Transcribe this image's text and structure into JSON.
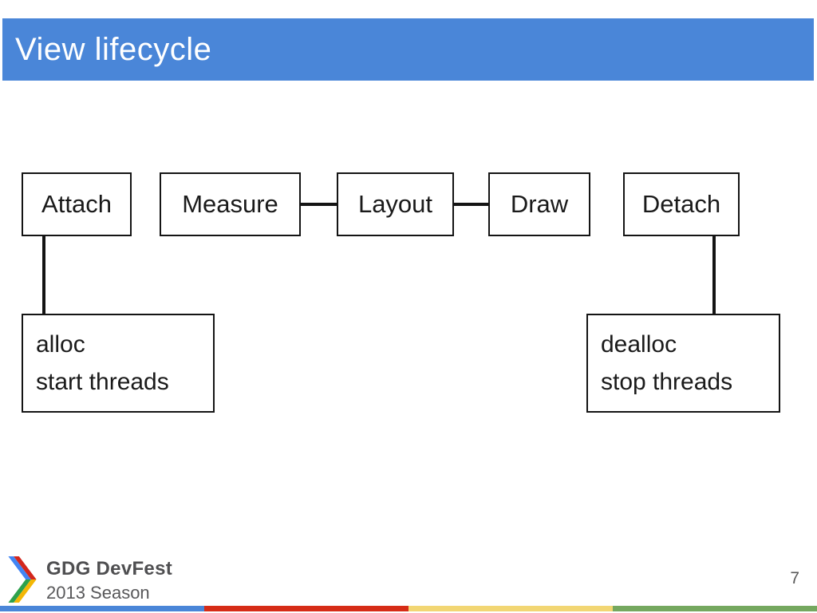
{
  "slide": {
    "title": "View lifecycle",
    "page_number": "7"
  },
  "diagram": {
    "nodes": [
      {
        "label": "Attach"
      },
      {
        "label": "Measure"
      },
      {
        "label": "Layout"
      },
      {
        "label": "Draw"
      },
      {
        "label": "Detach"
      }
    ],
    "connections": [
      "Measure-Layout",
      "Layout-Draw",
      "Attach-alloc",
      "Detach-dealloc"
    ],
    "callouts": [
      {
        "line1": "alloc",
        "line2": "start threads"
      },
      {
        "line1": "dealloc",
        "line2": "stop threads"
      }
    ]
  },
  "footer": {
    "logo_title": "GDG DevFest",
    "logo_subtitle": "2013 Season"
  },
  "colors": {
    "header-blue": "#4a86d8",
    "bar-blue": "#4a86d8",
    "bar-red": "#d62c16",
    "bar-yellow": "#f2d673",
    "bar-green": "#75a85f",
    "logo-blue": "#4285f4",
    "logo-red": "#d3271d",
    "logo-green": "#2da14c",
    "logo-yellow": "#f3b705"
  }
}
